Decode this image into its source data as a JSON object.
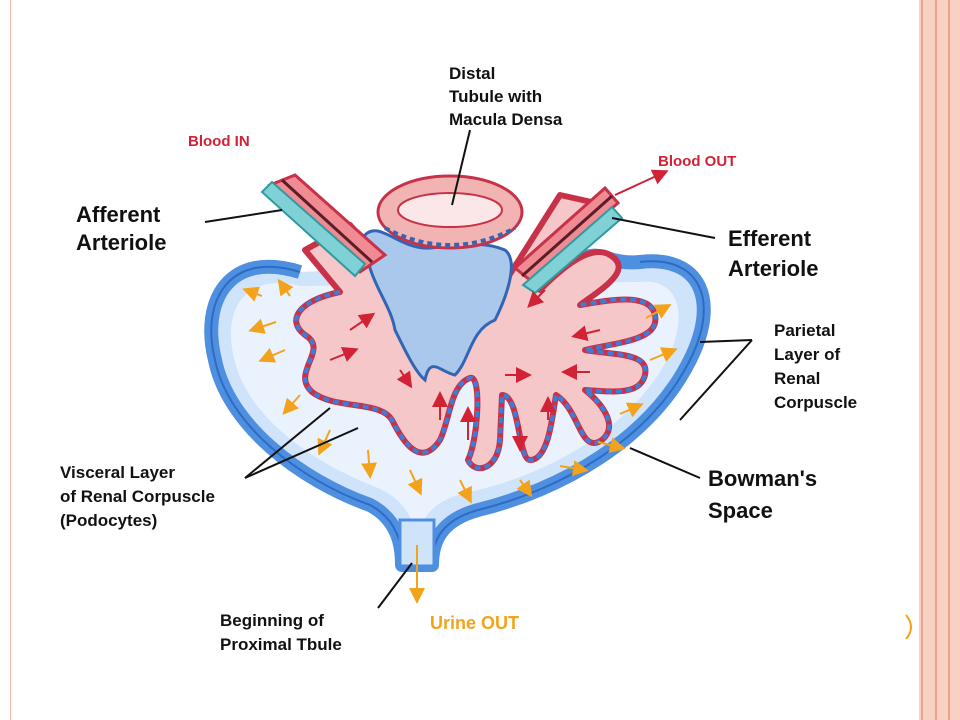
{
  "labels": {
    "distal": [
      "Distal",
      "Tubule with",
      "Macula Densa"
    ],
    "blood_in": "Blood IN",
    "blood_out": "Blood OUT",
    "afferent": [
      "Afferent",
      "Arteriole"
    ],
    "efferent": [
      "Efferent",
      "Arteriole"
    ],
    "parietal": [
      "Parietal",
      "Layer of",
      "Renal",
      "Corpuscle"
    ],
    "visceral": [
      "Visceral Layer",
      "of Renal Corpuscle",
      "(Podocytes)"
    ],
    "bowman": [
      "Bowman's",
      "Space"
    ],
    "proximal": [
      "Beginning of",
      "Proximal Tbule"
    ],
    "urine_out": "Urine OUT"
  },
  "colors": {
    "capsule_blue": "#4f8fe0",
    "capsule_light": "#cfe3fb",
    "vessel_red": "#e0455a",
    "blood_arrow": "#d12236",
    "filtrate_arrow": "#f2a31b",
    "slide_accent": "#f7d2c3"
  }
}
